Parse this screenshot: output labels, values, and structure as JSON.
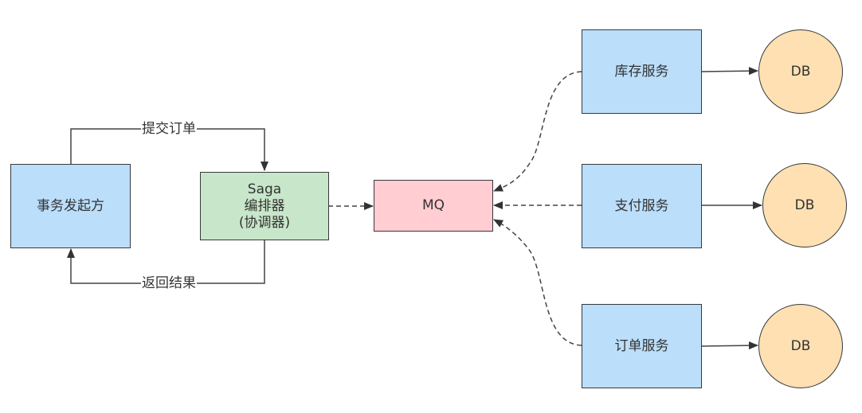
{
  "diagram": {
    "nodes": {
      "initiator": "事务发起方",
      "saga_title": "Saga",
      "saga_sub": "编排器",
      "saga_paren": "(协调器)",
      "mq": "MQ",
      "inventory": "库存服务",
      "payment": "支付服务",
      "order": "订单服务",
      "db1": "DB",
      "db2": "DB",
      "db3": "DB"
    },
    "edges": {
      "submit_order": "提交订单",
      "return_result": "返回结果"
    },
    "colors": {
      "service_fill": "#bbdefb",
      "orchestrator_fill": "#c8e6c9",
      "mq_fill": "#ffcdd2",
      "db_fill": "#ffe0b2",
      "stroke": "#36393d"
    }
  }
}
